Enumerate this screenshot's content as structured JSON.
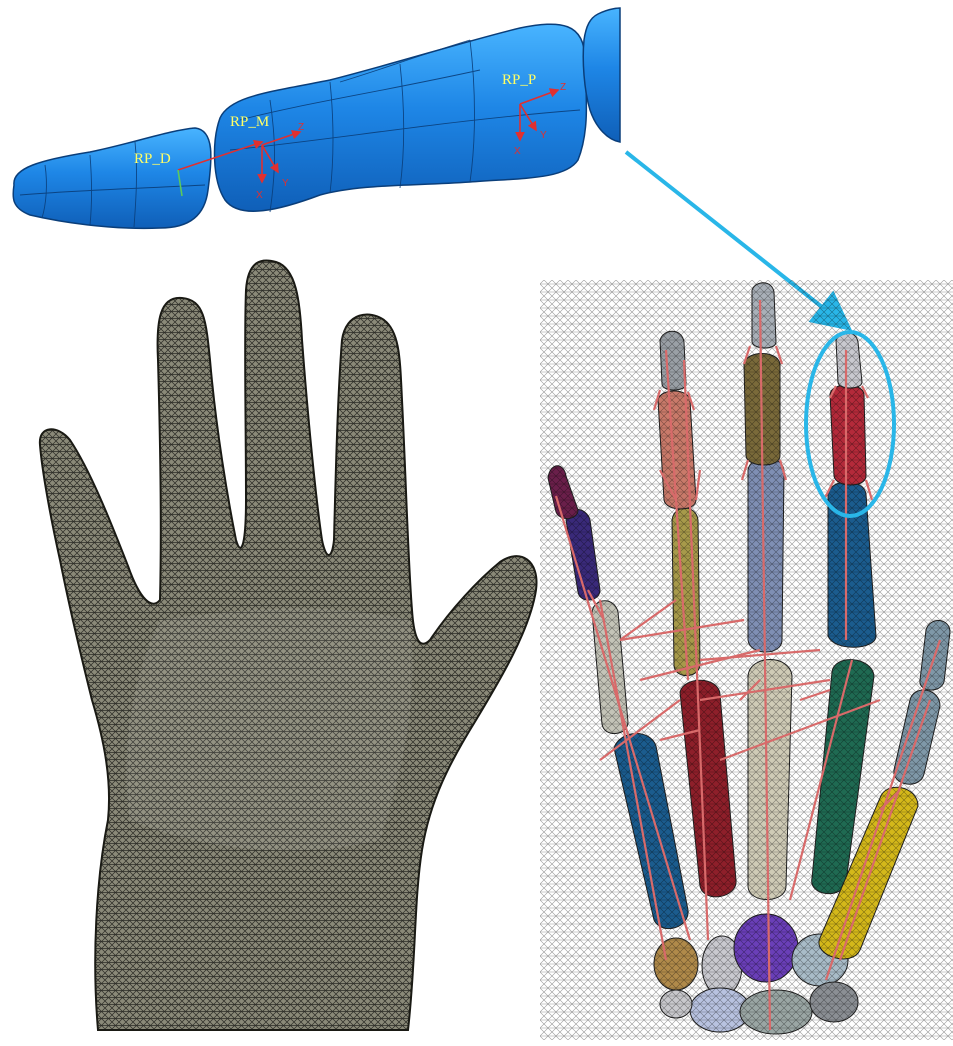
{
  "reference_points": {
    "distal": "RP_D",
    "middle": "RP_M",
    "proximal": "RP_P"
  },
  "axes": {
    "x": "X",
    "y": "Y",
    "z": "Z"
  },
  "colors": {
    "finger_bones": "#1e86e6",
    "arrow": "#29b6e8",
    "skin_mesh": "#7b7a6a",
    "connector": "#d86a6a",
    "point_label": "#ffff66",
    "axis": "#e03030"
  }
}
